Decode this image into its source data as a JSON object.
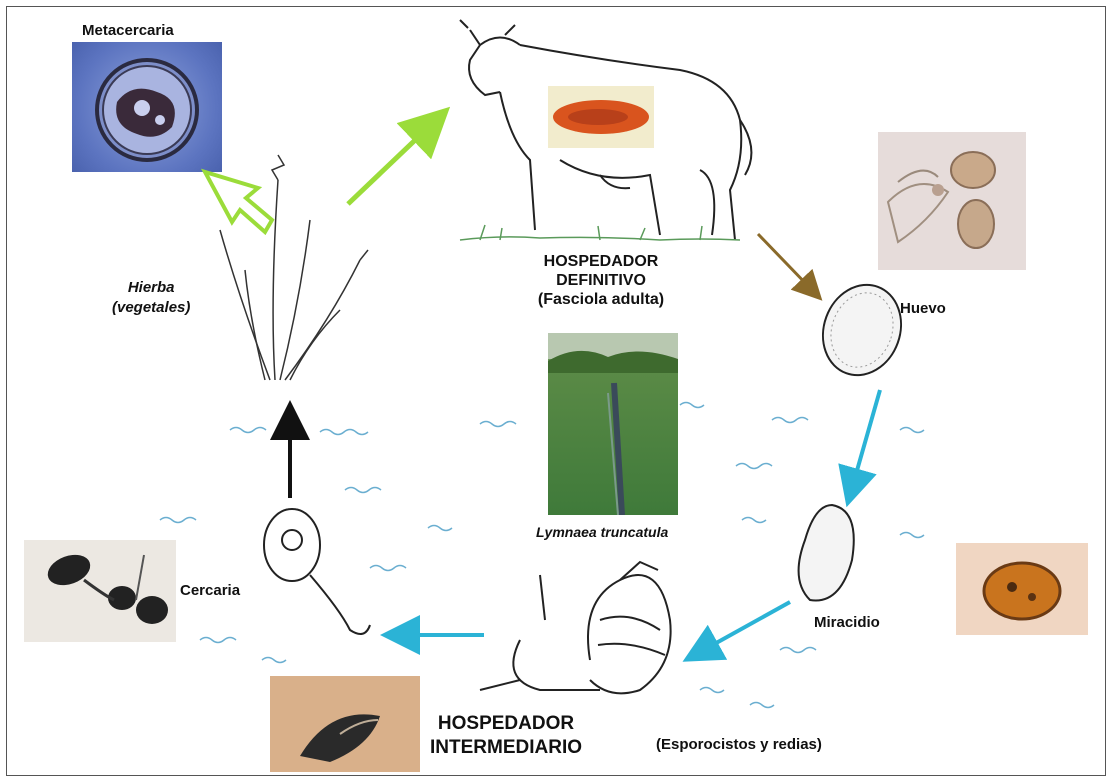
{
  "labels": {
    "metacercaria": "Metacercaria",
    "hierba_line1": "Hierba",
    "hierba_line2": "(vegetales)",
    "definitive_host_line1": "HOSPEDADOR",
    "definitive_host_line2": "DEFINITIVO",
    "definitive_host_line3": "(Fasciola adulta)",
    "huevo": "Huevo",
    "miracidio": "Miracidio",
    "cercaria": "Cercaria",
    "lymnaea": "Lymnaea truncatula",
    "intermediate_host_line1": "HOSPEDADOR",
    "intermediate_host_line2": "INTERMEDIARIO",
    "esporocistos": "(Esporocistos y  redias)"
  },
  "colors": {
    "green_arrow": "#9bdc3a",
    "blue_arrow": "#2bb3d6",
    "brown_arrow": "#8a6a2a",
    "black_arrow": "#111111",
    "fasciola": "#d9541e",
    "metacercaria_bg": "#6f86c8",
    "water_ripple": "#6aaed0"
  }
}
